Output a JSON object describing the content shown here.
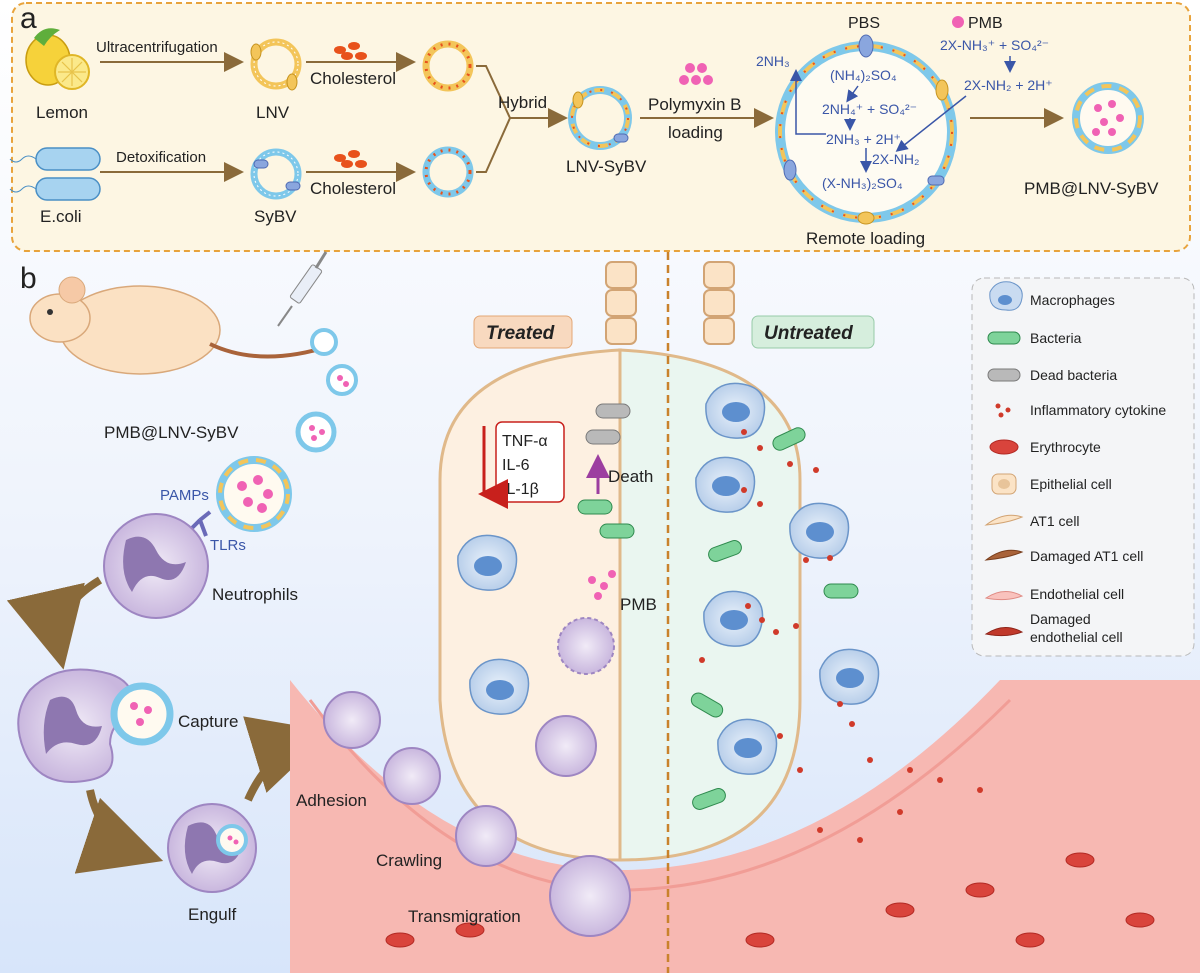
{
  "panel_a": {
    "letter": "a",
    "lemon": "Lemon",
    "ecoli": "E.coli",
    "ultracentrifugation": "Ultracentrifugation",
    "detoxification": "Detoxification",
    "lnv": "LNV",
    "sybv": "SyBV",
    "cholesterol_top": "Cholesterol",
    "cholesterol_bottom": "Cholesterol",
    "hybrid": "Hybrid",
    "lnv_sybv": "LNV-SyBV",
    "polymyxin_line1": "Polymyxin B",
    "polymyxin_line2": "loading",
    "pbs": "PBS",
    "pmb_legend": "PMB",
    "eq_top_right": "2X-NH₃⁺ + SO₄²⁻",
    "eq_right2": "2X-NH₂ + 2H⁺",
    "nh3_out": "2NH₃",
    "nh4_so4": "(NH₄)₂SO₄",
    "nh4_ions": "2NH₄⁺ + SO₄²⁻",
    "nh3_h": "2NH₃ + 2H⁺",
    "x_nh2": "2X-NH₂",
    "x_nh3_so4": "(X-NH₃)₂SO₄",
    "remote_loading": "Remote loading",
    "final_product": "PMB@LNV-SyBV"
  },
  "panel_b": {
    "letter": "b",
    "pmb_lnv_sybv": "PMB@LNV-SyBV",
    "pamps": "PAMPs",
    "tlrs": "TLRs",
    "neutrophils": "Neutrophils",
    "capture": "Capture",
    "engulf": "Engulf",
    "adhesion": "Adhesion",
    "crawling": "Crawling",
    "transmigration": "Transmigration",
    "treated": "Treated",
    "untreated": "Untreated",
    "cyto_tnf": "TNF-α",
    "cyto_il6": "IL-6",
    "cyto_il1b": "IL-1β",
    "death": "Death",
    "pmb": "PMB"
  },
  "legend": [
    {
      "label": "Macrophages",
      "icon": "macrophage"
    },
    {
      "label": "Bacteria",
      "icon": "bacteria"
    },
    {
      "label": "Dead bacteria",
      "icon": "dead-bacteria"
    },
    {
      "label": "Inflammatory cytokine",
      "icon": "cytokine"
    },
    {
      "label": "Erythrocyte",
      "icon": "erythrocyte"
    },
    {
      "label": "Epithelial cell",
      "icon": "epithelial"
    },
    {
      "label": "AT1 cell",
      "icon": "at1"
    },
    {
      "label": "Damaged AT1 cell",
      "icon": "damaged-at1"
    },
    {
      "label": "Endothelial cell",
      "icon": "endothelial"
    },
    {
      "label": "Damaged endothelial cell",
      "icon": "damaged-endothelial",
      "lines": [
        "Damaged",
        "endothelial cell"
      ]
    }
  ],
  "colors": {
    "panel_a_bg": "#fdf7e6",
    "panel_a_border": "#e8a33c",
    "arrow": "#8a6a3a",
    "blue_text": "#3a56a8",
    "pmb_pink": "#f062b4",
    "red_cyto": "#d03a2a",
    "vessel": "#f7b5b0",
    "alveolus_treated": "#fdf1e3",
    "alveolus_untreated": "#edf6f1",
    "bg_gradient_bottom": "#dce8fb"
  }
}
